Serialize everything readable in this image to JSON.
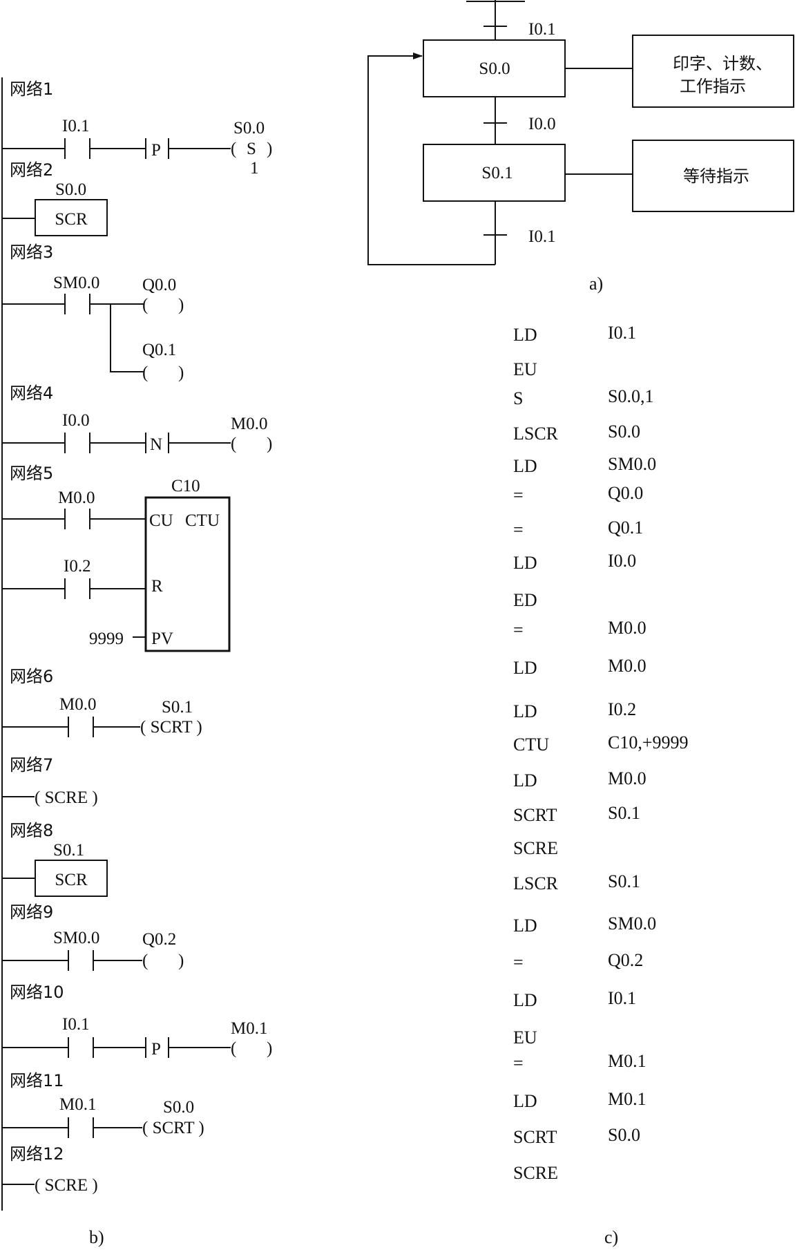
{
  "sfc": {
    "caption": "a)",
    "step_s00": "S0.0",
    "step_s01": "S0.1",
    "t_top": "I0.1",
    "t_mid": "I0.0",
    "t_bot": "I0.1",
    "action_s00_line1": "印字、计数、",
    "action_s00_line2": "工作指示",
    "action_s01": "等待指示"
  },
  "ladder": {
    "caption": "b)",
    "n1": {
      "title": "网络1",
      "contact": "I0.1",
      "edge": "P",
      "coil_addr": "S0.0",
      "coil_type": "S",
      "coil_n": "1"
    },
    "n2": {
      "title": "网络2",
      "addr": "S0.0",
      "box": "SCR"
    },
    "n3": {
      "title": "网络3",
      "contact": "SM0.0",
      "coil1": "Q0.0",
      "coil2": "Q0.1",
      "coil_open": "(",
      "coil_close": ")"
    },
    "n4": {
      "title": "网络4",
      "contact": "I0.0",
      "edge": "N",
      "coil": "M0.0"
    },
    "n5": {
      "title": "网络5",
      "counter": "C10",
      "contact_cu": "M0.0",
      "contact_r": "I0.2",
      "pin_cu": "CU",
      "pin_type": "CTU",
      "pin_r": "R",
      "pin_pv": "PV",
      "pv_value": "9999"
    },
    "n6": {
      "title": "网络6",
      "contact": "M0.0",
      "coil_addr": "S0.1",
      "coil": "( SCRT )"
    },
    "n7": {
      "title": "网络7",
      "coil": "( SCRE )"
    },
    "n8": {
      "title": "网络8",
      "addr": "S0.1",
      "box": "SCR"
    },
    "n9": {
      "title": "网络9",
      "contact": "SM0.0",
      "coil": "Q0.2"
    },
    "n10": {
      "title": "网络10",
      "contact": "I0.1",
      "edge": "P",
      "coil": "M0.1"
    },
    "n11": {
      "title": "网络11",
      "contact": "M0.1",
      "coil_addr": "S0.0",
      "coil": "( SCRT )"
    },
    "n12": {
      "title": "网络12",
      "coil": "( SCRE )"
    }
  },
  "il": {
    "caption": "c)",
    "rows": [
      {
        "op": "LD",
        "arg": "I0.1"
      },
      {
        "op": "EU",
        "arg": ""
      },
      {
        "op": "S",
        "arg": "S0.0,1"
      },
      {
        "op": "LSCR",
        "arg": "S0.0"
      },
      {
        "op": "LD",
        "arg": "SM0.0"
      },
      {
        "op": "=",
        "arg": "Q0.0"
      },
      {
        "op": "=",
        "arg": "Q0.1"
      },
      {
        "op": "LD",
        "arg": "I0.0"
      },
      {
        "op": "ED",
        "arg": ""
      },
      {
        "op": "=",
        "arg": "M0.0"
      },
      {
        "op": "LD",
        "arg": "M0.0"
      },
      {
        "op": "LD",
        "arg": "I0.2"
      },
      {
        "op": "CTU",
        "arg": "C10,+9999"
      },
      {
        "op": "LD",
        "arg": "M0.0"
      },
      {
        "op": "SCRT",
        "arg": "S0.1"
      },
      {
        "op": "SCRE",
        "arg": ""
      },
      {
        "op": "LSCR",
        "arg": "S0.1"
      },
      {
        "op": "LD",
        "arg": "SM0.0"
      },
      {
        "op": "=",
        "arg": "Q0.2"
      },
      {
        "op": "LD",
        "arg": "I0.1"
      },
      {
        "op": "EU",
        "arg": ""
      },
      {
        "op": "=",
        "arg": "M0.1"
      },
      {
        "op": "LD",
        "arg": "M0.1"
      },
      {
        "op": "SCRT",
        "arg": "S0.0"
      },
      {
        "op": "SCRE",
        "arg": ""
      }
    ]
  }
}
